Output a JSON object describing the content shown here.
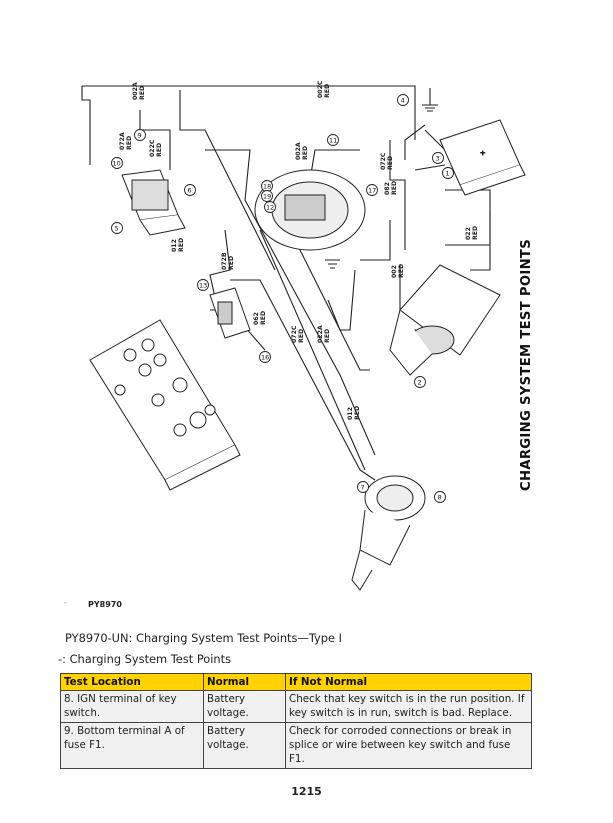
{
  "side_title": "CHARGING SYSTEM TEST POINTS",
  "figure_id": "PY8970",
  "figure_dash": "-",
  "caption": "PY8970-UN: Charging System Test Points—Type I",
  "subcaption": "-: Charging System Test Points",
  "table": {
    "headers": [
      "Test Location",
      "Normal",
      "If Not Normal"
    ],
    "rows": [
      [
        "8. IGN terminal of key switch.",
        "Battery voltage.",
        "Check that key switch is in the run position. If key switch is in run, switch is bad. Replace."
      ],
      [
        "9. Bottom terminal A of fuse F1.",
        "Battery voltage.",
        "Check for corroded connections or break in splice or wire between key switch and fuse F1."
      ]
    ]
  },
  "page_number": "1215",
  "wire_labels": {
    "w002A_top": "002A",
    "w002C_top": "002C",
    "w072A": "072A",
    "w022C": "022C",
    "w002A_mid": "002A",
    "w072C_mid": "072C",
    "w012_left": "012",
    "w072B": "072B",
    "w082_mid": "082",
    "w002_right": "002",
    "w022_right": "022",
    "w062": "062",
    "w072C_low": "072C",
    "w022A": "022A",
    "w012_low": "012",
    "red": "RED"
  },
  "callouts": [
    "1",
    "2",
    "3",
    "4",
    "5",
    "6",
    "7",
    "8",
    "9",
    "10",
    "11",
    "12",
    "13",
    "16",
    "17",
    "18",
    "19"
  ]
}
